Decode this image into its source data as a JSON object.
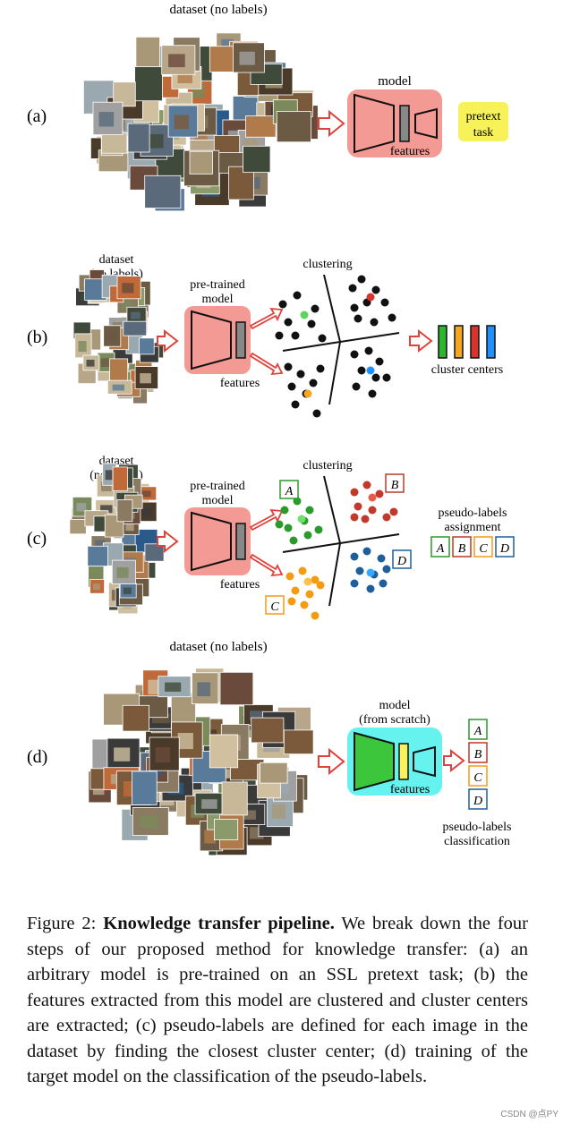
{
  "panels": {
    "a": {
      "label": "(a)",
      "dataset_label": "dataset (no labels)",
      "model_label": "model",
      "features_label": "features",
      "task_line1": "pretext",
      "task_line2": "task"
    },
    "b": {
      "label": "(b)",
      "dataset_line1": "dataset",
      "dataset_line2": "(no labels)",
      "model_line1": "pre-trained",
      "model_line2": "model",
      "features_label": "features",
      "clustering_label": "clustering",
      "centers_label": "cluster centers"
    },
    "c": {
      "label": "(c)",
      "dataset_line1": "dataset",
      "dataset_line2": "(no labels)",
      "model_line1": "pre-trained",
      "model_line2": "model",
      "features_label": "features",
      "clustering_label": "clustering",
      "assign_line1": "pseudo-labels",
      "assign_line2": "assignment",
      "letters": [
        "A",
        "B",
        "C",
        "D"
      ]
    },
    "d": {
      "label": "(d)",
      "dataset_label": "dataset (no labels)",
      "model_line1": "model",
      "model_line2": "(from scratch)",
      "features_label": "features",
      "class_line1": "pseudo-labels",
      "class_line2": "classification",
      "letters": [
        "A",
        "B",
        "C",
        "D"
      ]
    }
  },
  "colors": {
    "cluster_a": "#2a9a2a",
    "cluster_b": "#c0392b",
    "cluster_c": "#f39c12",
    "cluster_d": "#1f5f99",
    "model_pink": "#f49a95",
    "model_cyan": "#66f2ef",
    "task_yellow": "#f7f25a",
    "arrow_red": "#e0413a"
  },
  "caption": {
    "prefix": "Figure 2: ",
    "title": "Knowledge transfer pipeline.",
    "body": " We break down the four steps of our proposed method for knowledge transfer: (a) an arbitrary model is pre-trained on an SSL pretext task; (b) the features extracted from this model are clustered and cluster centers are extracted; (c) pseudo-labels are defined for each image in the dataset by finding the closest cluster center; (d) training of the target model on the classification of the pseudo-labels."
  },
  "watermark": "CSDN @点PY"
}
